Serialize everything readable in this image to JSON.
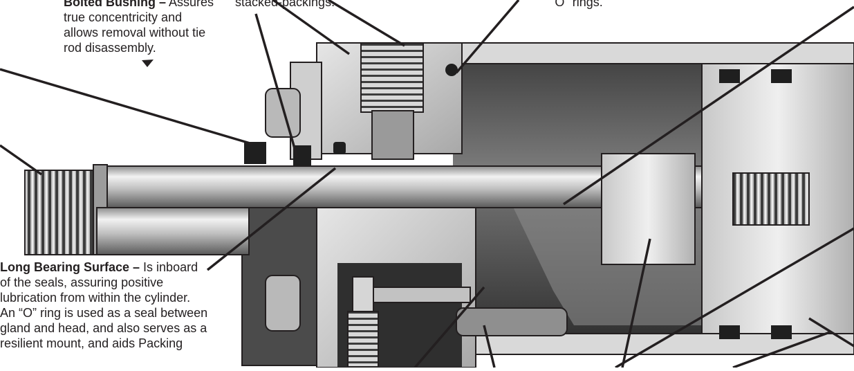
{
  "labels": {
    "bolted_bushing": {
      "title": "Bolted Bushing –",
      "lines": [
        " Assures",
        "true concentricity and",
        "allows removal without tie",
        "rod disassembly."
      ]
    },
    "packings_fragment": "stacked-packings.",
    "orings_fragment": "\"O\" rings.",
    "long_bearing": {
      "title": "Long Bearing Surface –",
      "lines": [
        " Is inboard",
        "of the seals, assuring positive",
        "lubrication from within the cylinder.",
        "An “O” ring is used as a seal between",
        "gland and head, and also serves as a",
        "resilient mount, and aids Packing"
      ]
    }
  },
  "colors": {
    "ink": "#231f20",
    "metal_light": "#dcdcdc",
    "metal_mid": "#a9a9a9",
    "metal_dark": "#4a4a4a",
    "interior_dark": "#2b2b2b"
  }
}
